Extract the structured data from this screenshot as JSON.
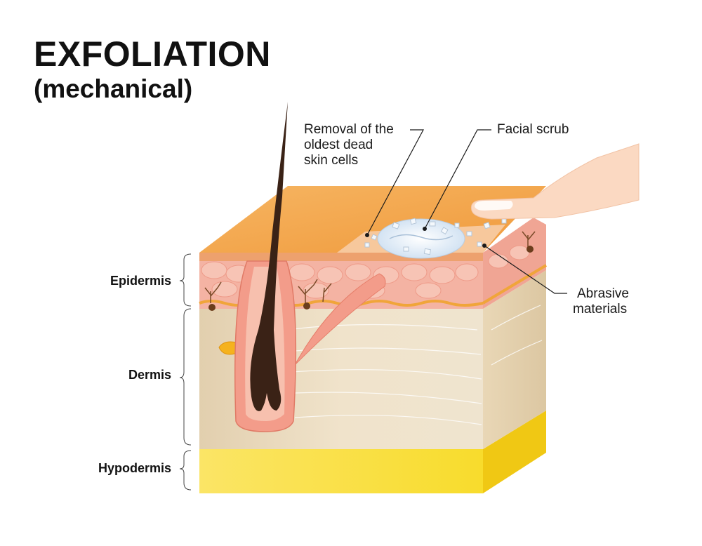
{
  "title": "EXFOLIATION",
  "subtitle": "(mechanical)",
  "annotations": {
    "removal_line1": "Removal of the",
    "removal_line2": "oldest dead",
    "removal_line3": "skin cells",
    "facial_scrub": "Facial scrub",
    "abrasive_line1": "Abrasive",
    "abrasive_line2": "materials"
  },
  "layers": {
    "epidermis": "Epidermis",
    "dermis": "Dermis",
    "hypodermis": "Hypodermis"
  },
  "colors": {
    "top_surface": "#f2a54a",
    "epidermis": "#f3b0a0",
    "dermis": "#ecdcc0",
    "hypodermis": "#f7df3e",
    "hair": "#3a2216",
    "scrub": "#e9f2fb"
  }
}
